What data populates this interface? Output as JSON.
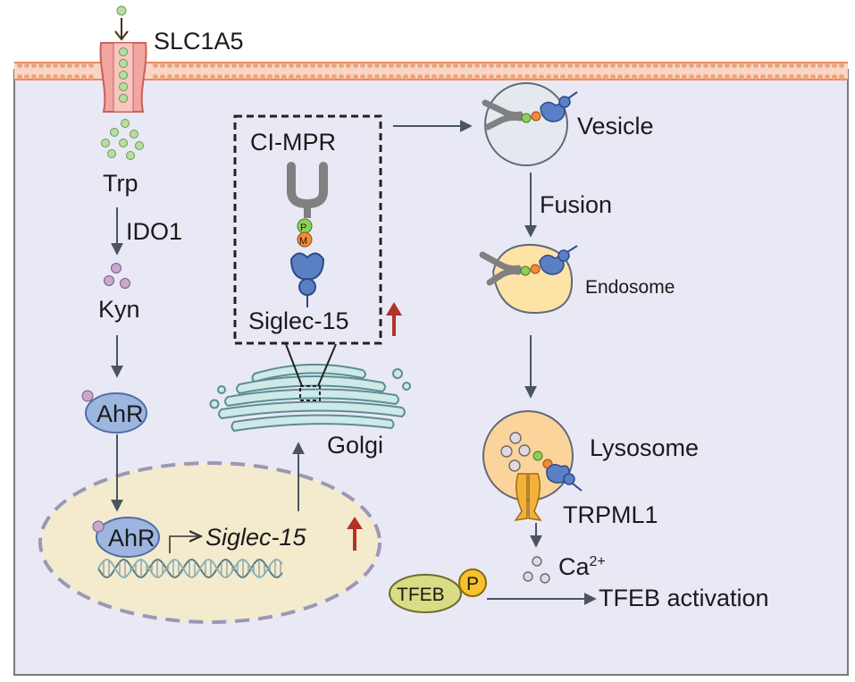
{
  "labels": {
    "transporter": "SLC1A5",
    "trp": "Trp",
    "ido1": "IDO1",
    "kyn": "Kyn",
    "ahr_cyto": "AhR",
    "ahr_nuc": "AhR",
    "siglec15_gene": "Siglec-15",
    "ci_mpr": "CI-MPR",
    "siglec15_protein": "Siglec-15",
    "golgi": "Golgi",
    "vesicle": "Vesicle",
    "fusion": "Fusion",
    "endosome": "Endosome",
    "lysosome": "Lysosome",
    "trpml1": "TRPML1",
    "calcium": "Ca",
    "calcium_charge": "2+",
    "tfeb": "TFEB",
    "phospho": "P",
    "tfeb_activation": "TFEB activation",
    "m6p_m": "M",
    "m6p_p": "P"
  },
  "colors": {
    "cell_fill": "#e9e9f5",
    "membrane": "#f0a882",
    "nucleus": "#f4ebcf",
    "ahr": "#9db6df",
    "golgi": "#cfe8e8",
    "vesicle": "#e4e9f0",
    "endosome": "#fde3a6",
    "lysosome": "#fbd49b",
    "trpml1": "#f2b23a",
    "tfeb": "#d8dc84",
    "phospho": "#f6c22c",
    "up_arrow": "#b33224",
    "trp_dot": "#b9dca0",
    "kyn_dot": "#c7a9cc",
    "siglec": "#5b7fc4",
    "receptor": "#808080"
  },
  "icons": {
    "up_arrow": "up-arrow-icon",
    "dna": "dna-helix-icon"
  }
}
